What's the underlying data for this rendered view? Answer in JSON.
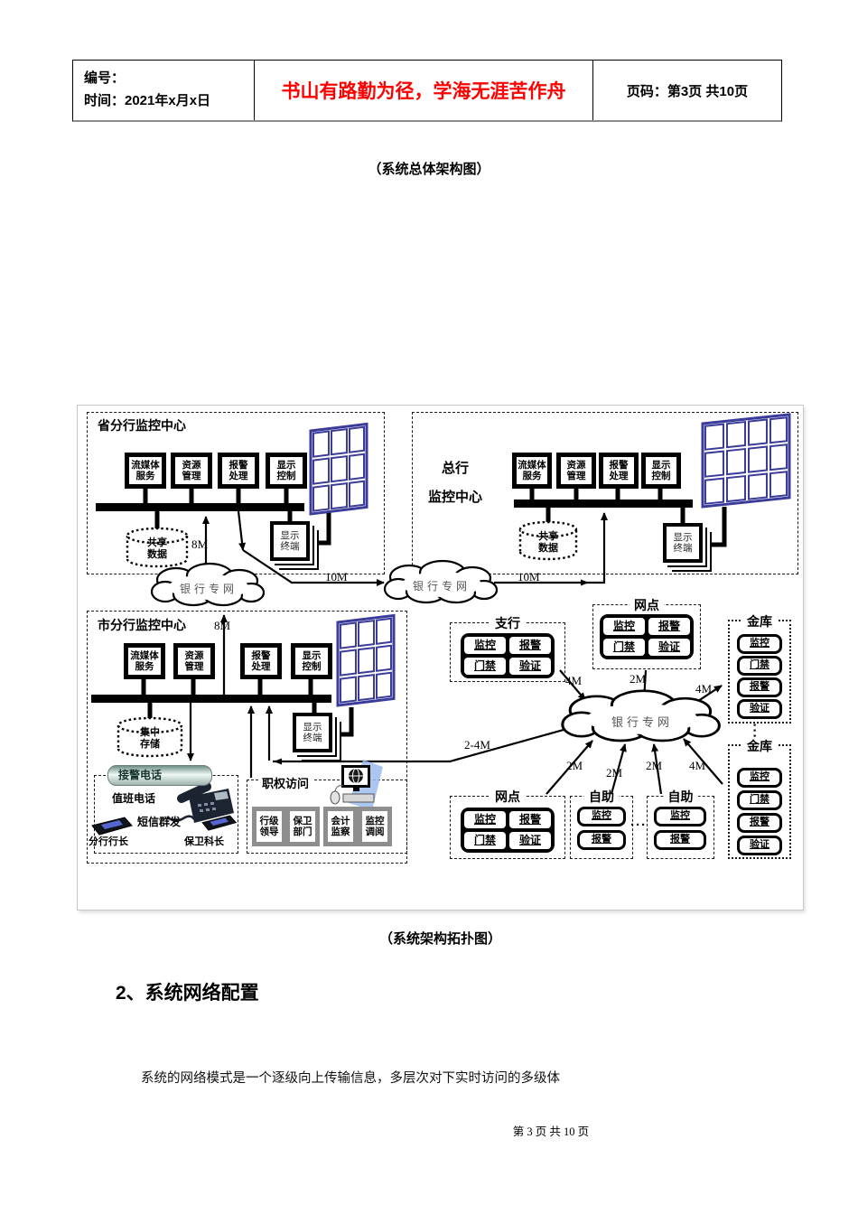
{
  "header": {
    "field1": "编号：",
    "field2": "时间：2021年x月x日",
    "motto": "书山有路勤为径，学海无涯苦作舟",
    "page": "页码：第3页 共10页"
  },
  "captions": {
    "top": "（系统总体架构图）",
    "bottom": "（系统架构拓扑图）"
  },
  "heading": "2、系统网络配置",
  "paragraph": "系统的网络模式是一个逐级向上传输信息，多层次对下实时访问的多级体",
  "footer": "第 3 页 共 10 页",
  "colors": {
    "accent_red": "#ff0000",
    "wall_blue": "#3b3b99"
  },
  "diagram": {
    "centers": {
      "province": "省分行监控中心",
      "city": "市分行监控中心",
      "hq1": "总行",
      "hq2": "监控中心"
    },
    "servers": [
      [
        "流媒体",
        "服务"
      ],
      [
        "资源",
        "管理"
      ],
      [
        "报警",
        "处理"
      ],
      [
        "显示",
        "控制"
      ]
    ],
    "storage": {
      "shared": [
        "共享",
        "数据"
      ],
      "central": [
        "集中",
        "存储"
      ]
    },
    "terminal": [
      "显示",
      "终端"
    ],
    "cloud": "银行专网",
    "links": {
      "m8": "8M",
      "m10": "10M",
      "m4": "4M",
      "m2": "2M",
      "m2_4": "2-4M"
    },
    "branch": "支行",
    "outlet": "网点",
    "self": "自助",
    "vault": "金库",
    "cells": {
      "monitor": "监控",
      "alarm": "报警",
      "door": "门禁",
      "verify": "验证"
    },
    "phone": {
      "hotline": "接警电话",
      "duty": "值班电话",
      "sms": "短信群发",
      "president": "分行行长",
      "chief": "保卫科长"
    },
    "access": {
      "title": "职权访问",
      "roles": [
        [
          "行级",
          "领导"
        ],
        [
          "保卫",
          "部门"
        ],
        [
          "会计",
          "监察"
        ],
        [
          "监控",
          "调阅"
        ]
      ]
    },
    "dots": "···"
  }
}
